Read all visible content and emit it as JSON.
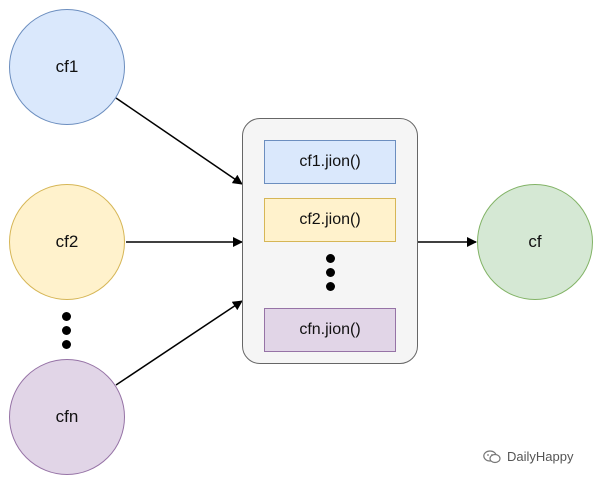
{
  "nodes": {
    "cf1": "cf1",
    "cf2": "cf2",
    "cfn": "cfn",
    "cf": "cf"
  },
  "steps": {
    "step1": "cf1.jion()",
    "step2": "cf2.jion()",
    "stepn": "cfn.jion()"
  },
  "watermark": {
    "icon": "wechat-icon",
    "text": "DailyHappy"
  }
}
